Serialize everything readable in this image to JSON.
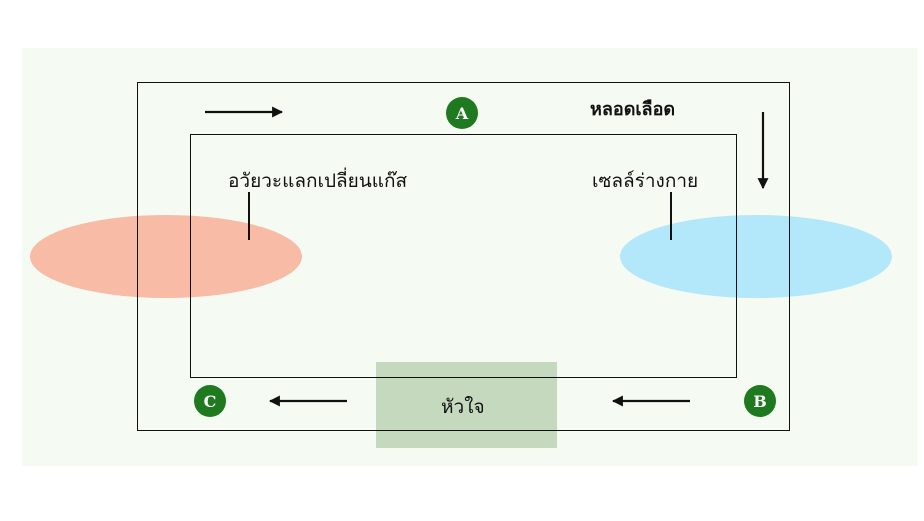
{
  "diagram": {
    "labels": {
      "blood_vessel": "หลอดเลือด",
      "gas_exchange_organ": "อวัยวะแลกเปลี่ยนแก๊ส",
      "body_cells": "เซลล์ร่างกาย",
      "heart": "หัวใจ"
    },
    "nodes": {
      "a": "A",
      "b": "B",
      "c": "C"
    },
    "colors": {
      "background": "#f5fbf2",
      "gas_exchange_organ": "#f8bba5",
      "body_cells": "#b3e8fa",
      "heart": "#c5d9bf",
      "node": "#1f7a1f"
    }
  }
}
